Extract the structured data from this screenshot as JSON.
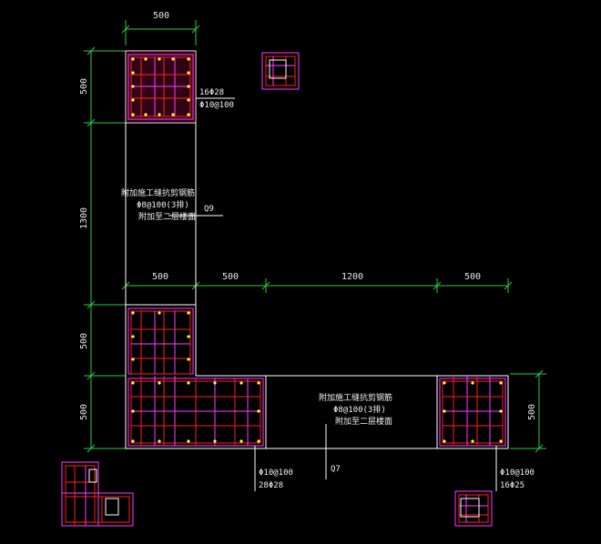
{
  "dimensions": {
    "top_width": "500",
    "left_upper_col": "500",
    "left_wall_height": "1300",
    "left_mid": "500",
    "left_lower": "500",
    "seg_1": "500",
    "seg_2": "500",
    "seg_3": "1200",
    "seg_4": "500",
    "right_height": "500"
  },
  "labels": {
    "top_column_main": "16Φ28",
    "top_column_stirrup": "Φ10@100",
    "vertical_wall_note_1": "附加施工缝抗剪钢筋",
    "vertical_wall_note_2": "Φ8@100(3排)",
    "vertical_wall_note_3": "附加至二层楼面",
    "vertical_wall_tag": "Q9",
    "horizontal_wall_note_1": "附加施工缝抗剪钢筋",
    "horizontal_wall_note_2": "Φ8@100(3排)",
    "horizontal_wall_note_3": "附加至二层楼面",
    "horizontal_wall_tag": "Q7",
    "corner_stirrup": "Φ10@100",
    "corner_main": "28Φ28",
    "right_stirrup": "Φ10@100",
    "right_main": "16Φ25"
  }
}
